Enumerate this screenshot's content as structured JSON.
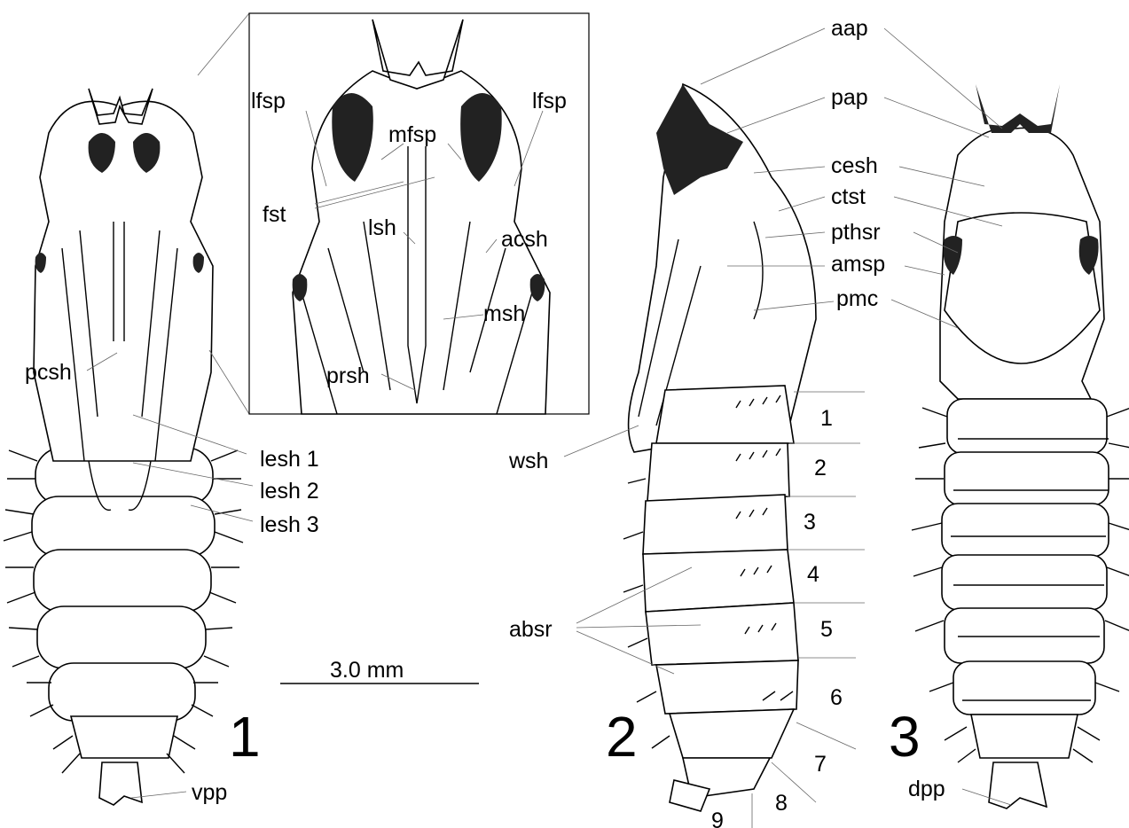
{
  "figure_numbers": {
    "fig1": "1",
    "fig2": "2",
    "fig3": "3"
  },
  "scale_bar": {
    "label": "3.0 mm"
  },
  "fig1_labels": {
    "pcsh": "pcsh",
    "lesh1": "lesh 1",
    "lesh2": "lesh 2",
    "lesh3": "lesh 3",
    "vpp": "vpp"
  },
  "inset_labels": {
    "lfsp_left": "lfsp",
    "lfsp_right": "lfsp",
    "mfsp": "mfsp",
    "fst": "fst",
    "lsh": "lsh",
    "acsh": "acsh",
    "msh": "msh",
    "prsh": "prsh"
  },
  "fig2_labels": {
    "wsh": "wsh",
    "absr": "absr",
    "segments": [
      "1",
      "2",
      "3",
      "4",
      "5",
      "6",
      "7",
      "8",
      "9"
    ]
  },
  "fig3_labels": {
    "aap": "aap",
    "pap": "pap",
    "cesh": "cesh",
    "ctst": "ctst",
    "pthsr": "pthsr",
    "amsp": "amsp",
    "pmc": "pmc",
    "dpp": "dpp"
  },
  "colors": {
    "ink": "#000000",
    "background": "#ffffff"
  }
}
